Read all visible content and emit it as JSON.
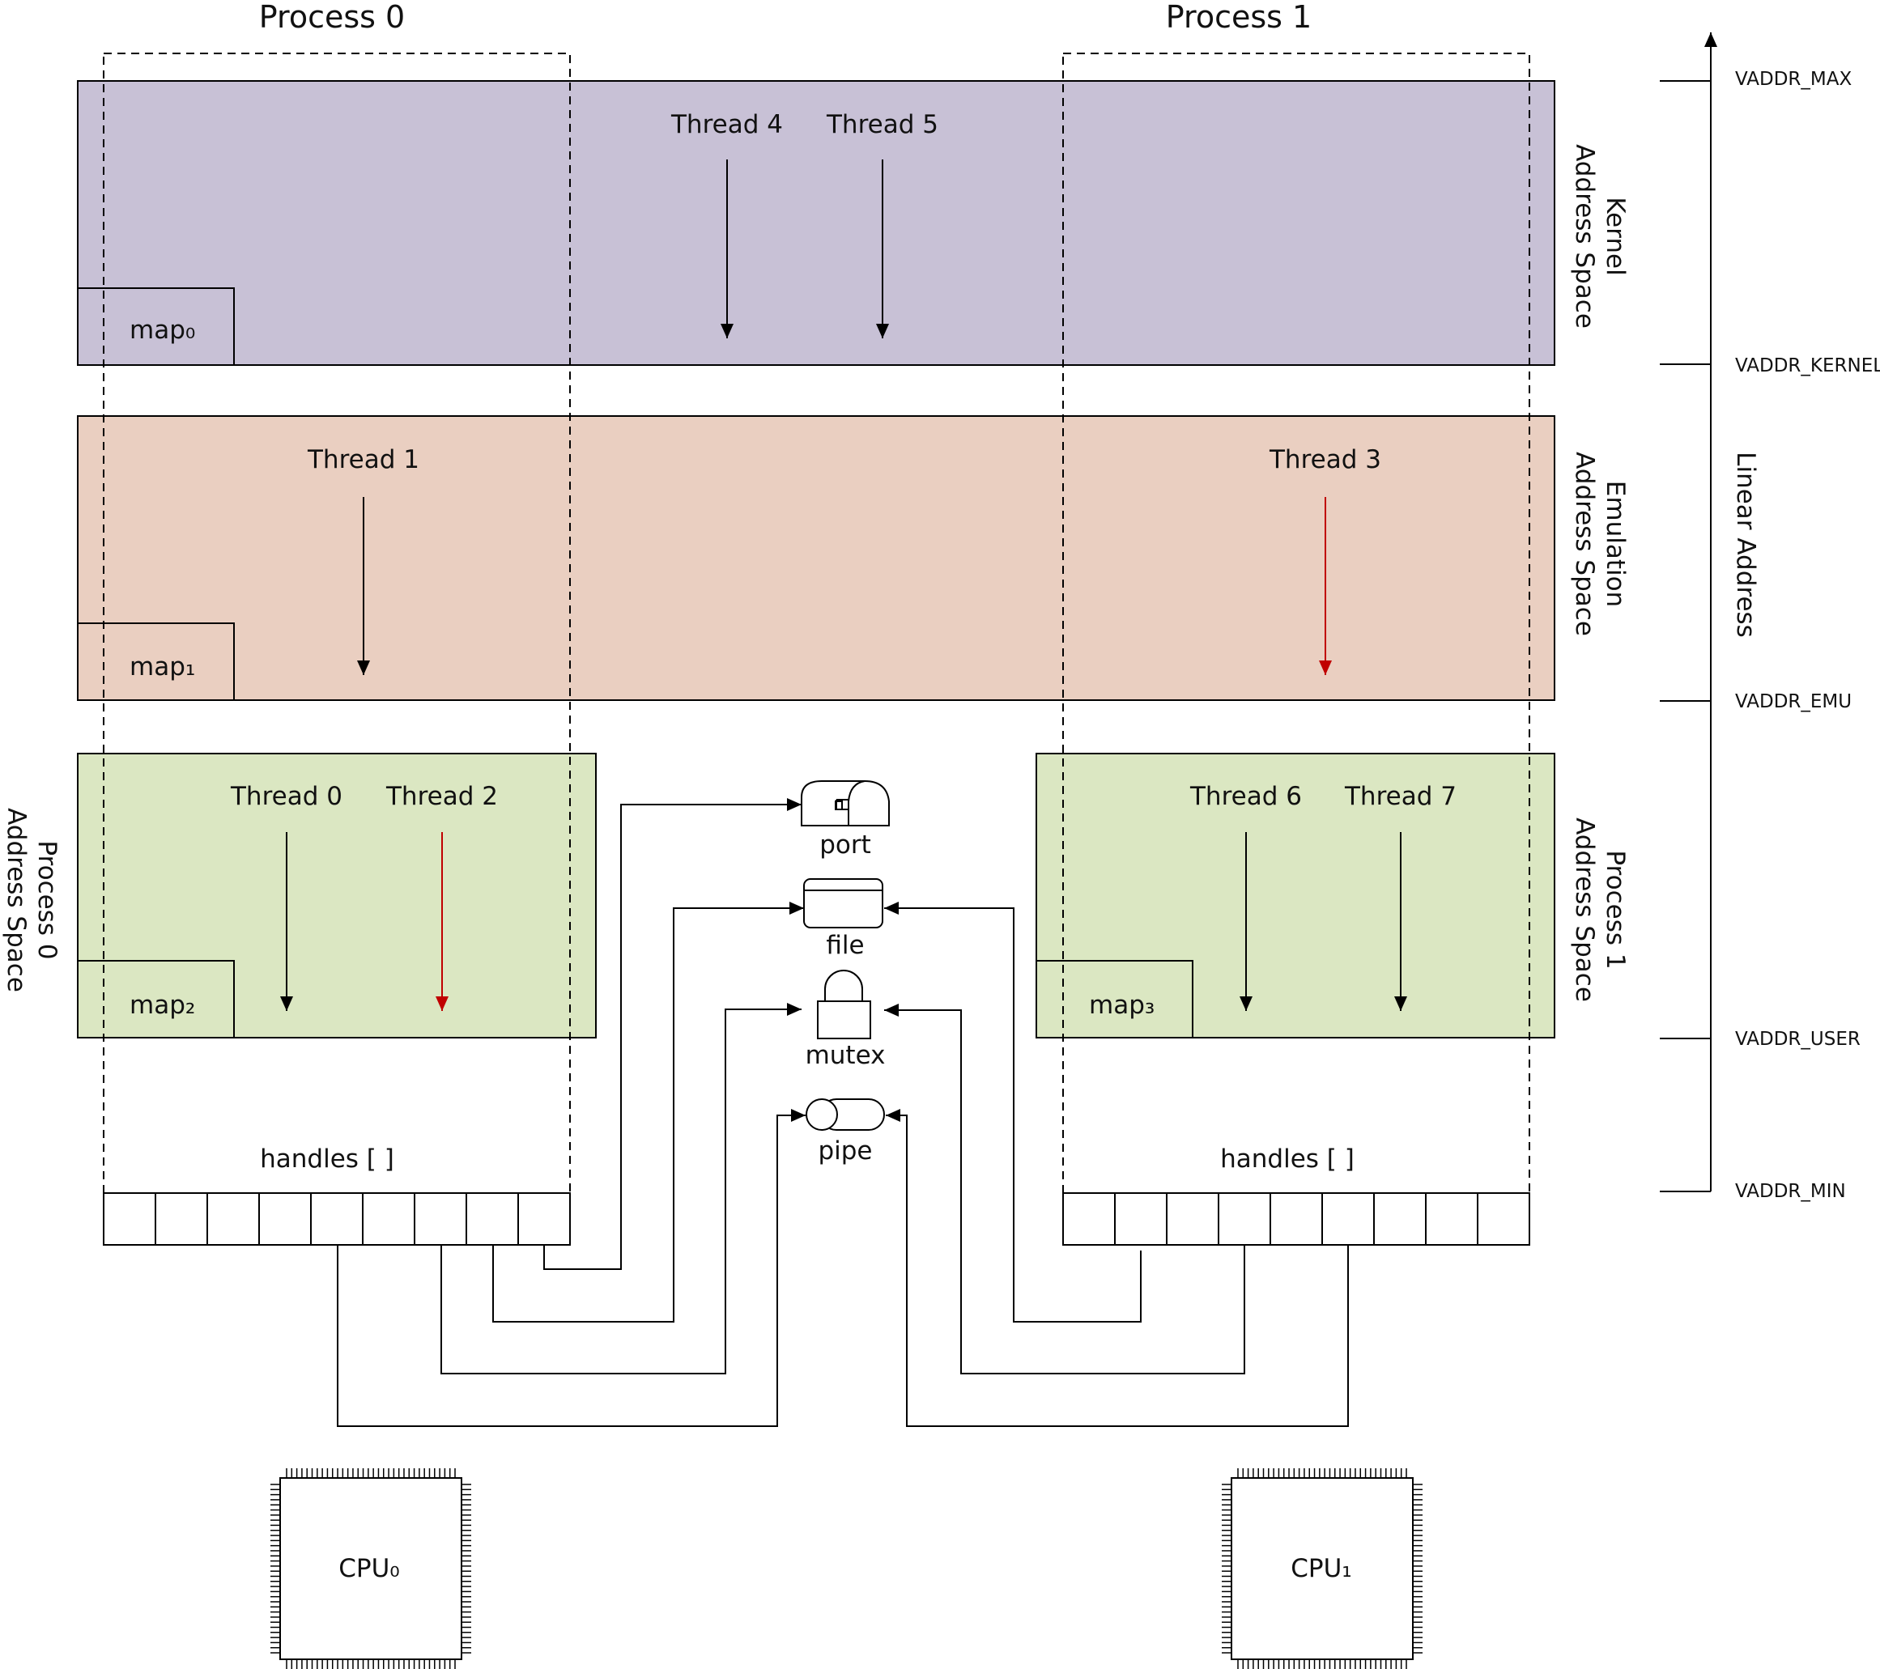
{
  "processes": {
    "p0": "Process 0",
    "p1": "Process 1"
  },
  "spaces": {
    "kernel": [
      "Kernel",
      "Address Space"
    ],
    "emulation": [
      "Emulation",
      "Address Space"
    ],
    "process0": [
      "Process 0",
      "Address Space"
    ],
    "process1": [
      "Process 1",
      "Address Space"
    ]
  },
  "maps": {
    "map0": "map₀",
    "map1": "map₁",
    "map2": "map₂",
    "map3": "map₃"
  },
  "threads": {
    "t0": "Thread 0",
    "t1": "Thread 1",
    "t2": "Thread 2",
    "t3": "Thread 3",
    "t4": "Thread 4",
    "t5": "Thread 5",
    "t6": "Thread 6",
    "t7": "Thread 7"
  },
  "objects": {
    "port": "port",
    "file": "file",
    "mutex": "mutex",
    "pipe": "pipe"
  },
  "handles": {
    "p0": "handles [  ]",
    "p1": "handles [  ]"
  },
  "cpus": {
    "cpu0": "CPU₀",
    "cpu1": "CPU₁"
  },
  "axis": {
    "title": "Linear Address",
    "max": "VADDR_MAX",
    "kernel": "VADDR_KERNEL",
    "emu": "VADDR_EMU",
    "user": "VADDR_USER",
    "min": "VADDR_MIN"
  },
  "colors": {
    "kernel": "#c8c1d6",
    "emulation": "#eacfc1",
    "user": "#dbe7c2",
    "highlight_arrow": "#c00000",
    "line": "#000000"
  }
}
